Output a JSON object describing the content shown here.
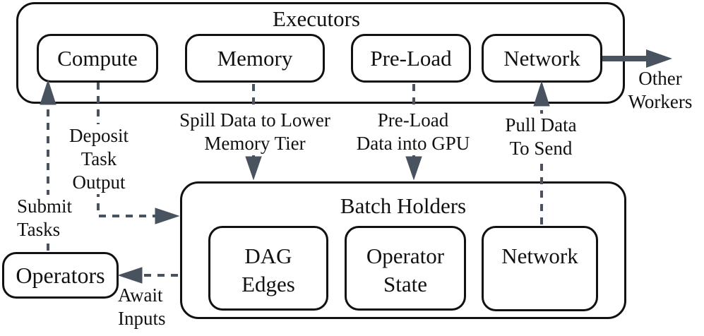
{
  "executors": {
    "title": "Executors",
    "compute": "Compute",
    "memory": "Memory",
    "preload": "Pre-Load",
    "network": "Network"
  },
  "batch_holders": {
    "title": "Batch Holders",
    "dag": {
      "line1": "DAG",
      "line2": "Edges"
    },
    "operator_state": {
      "line1": "Operator",
      "line2": "State"
    },
    "network": "Network"
  },
  "operators": {
    "label": "Operators"
  },
  "annotations": {
    "deposit": {
      "line1": "Deposit",
      "line2": "Task",
      "line3": "Output"
    },
    "submit": {
      "line1": "Submit",
      "line2": "Tasks"
    },
    "spill": {
      "line1": "Spill Data to Lower",
      "line2": "Memory Tier"
    },
    "preload": {
      "line1": "Pre-Load",
      "line2": "Data into GPU"
    },
    "pull": {
      "line1": "Pull Data",
      "line2": "To Send"
    },
    "await": {
      "line1": "Await",
      "line2": "Inputs"
    },
    "other_workers": {
      "line1": "Other",
      "line2": "Workers"
    }
  },
  "colors": {
    "arrow": "#49525f",
    "box_border": "#111111",
    "text": "#111111",
    "background": "#ffffff"
  }
}
